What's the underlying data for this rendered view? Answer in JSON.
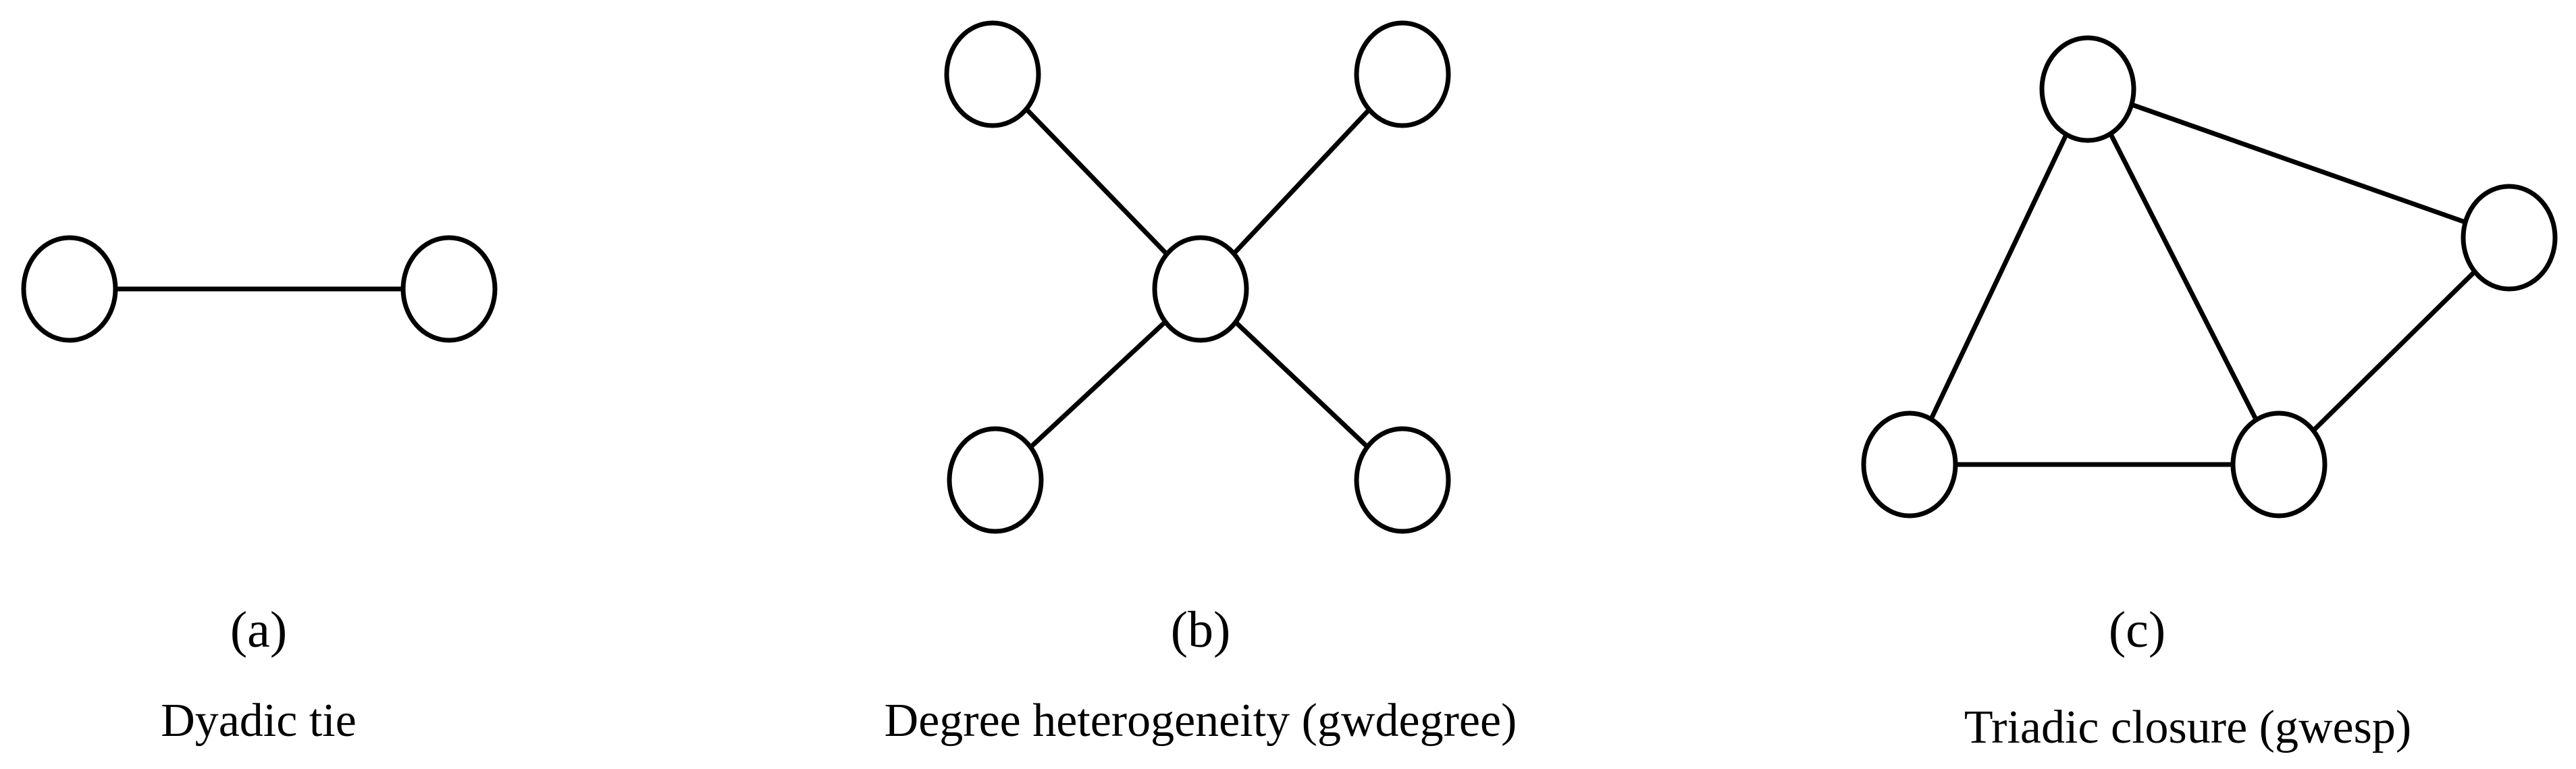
{
  "panels": [
    {
      "letter": "(a)",
      "caption": "Dyadic tie"
    },
    {
      "letter": "(b)",
      "caption": "Degree heterogeneity (gwdegree)"
    },
    {
      "letter": "(c)",
      "caption": "Triadic closure (gwesp)"
    }
  ]
}
